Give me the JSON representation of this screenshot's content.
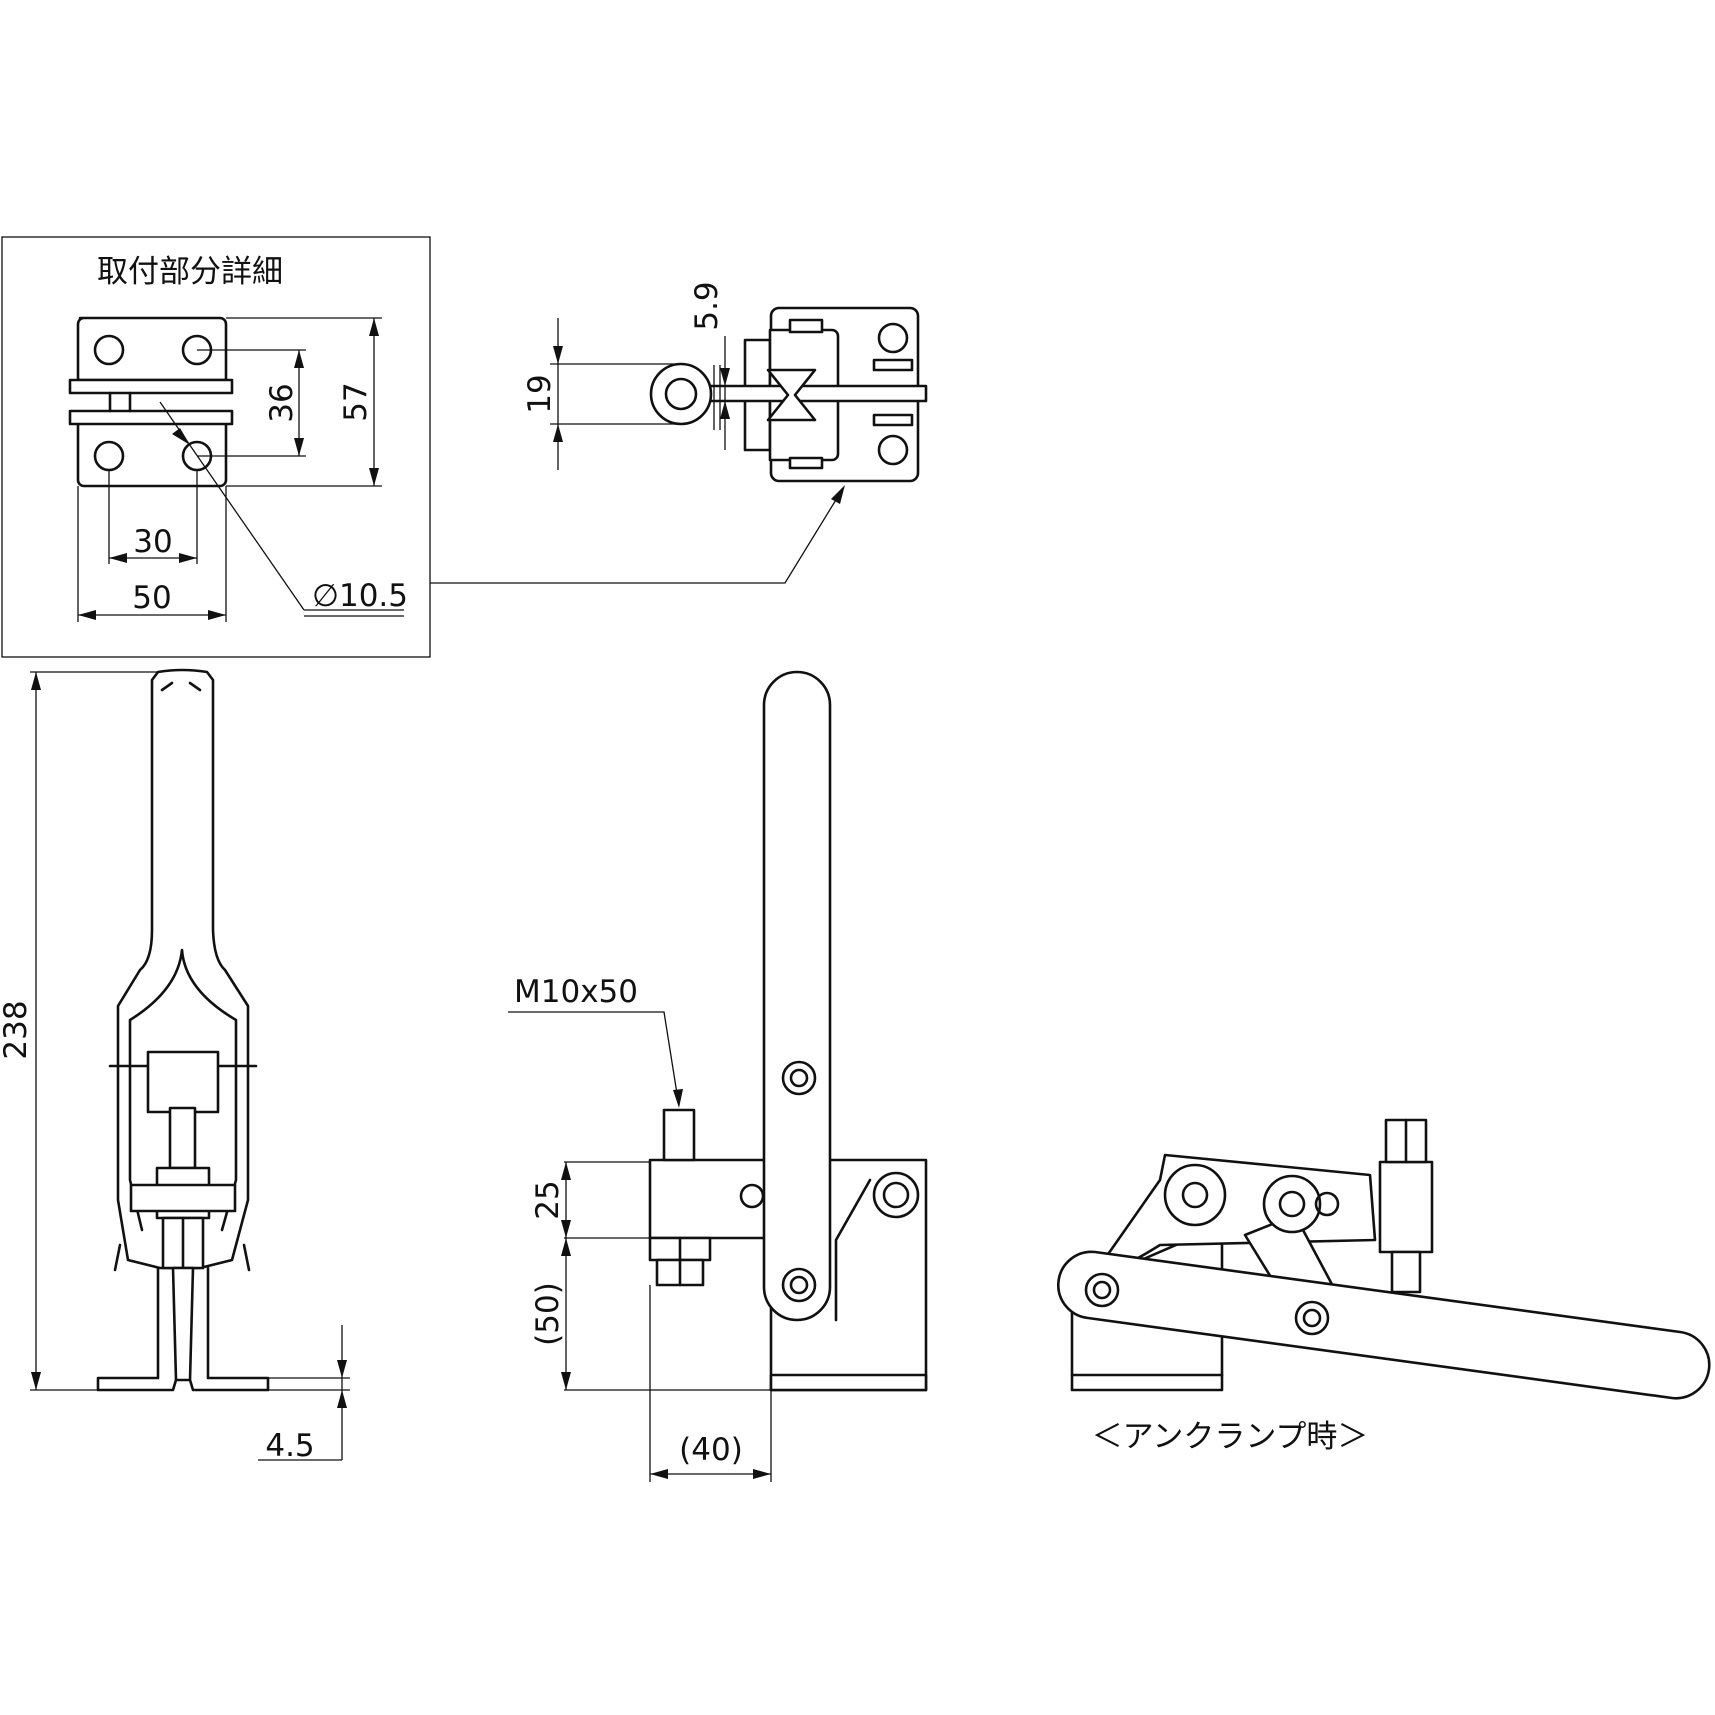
{
  "detail_box": {
    "title": "取付部分詳細"
  },
  "dimensions": {
    "detail_36": "36",
    "detail_57": "57",
    "detail_30": "30",
    "detail_50": "50",
    "hole_dia": "∅10.5",
    "top_19": "19",
    "top_5_9": "5.9",
    "height_238": "238",
    "thickness_4_5": "4.5",
    "bolt_spec": "M10x50",
    "side_25": "25",
    "side_50": "(50)",
    "side_40": "(40)"
  },
  "captions": {
    "unclamp": "＜アンクランプ時＞"
  }
}
